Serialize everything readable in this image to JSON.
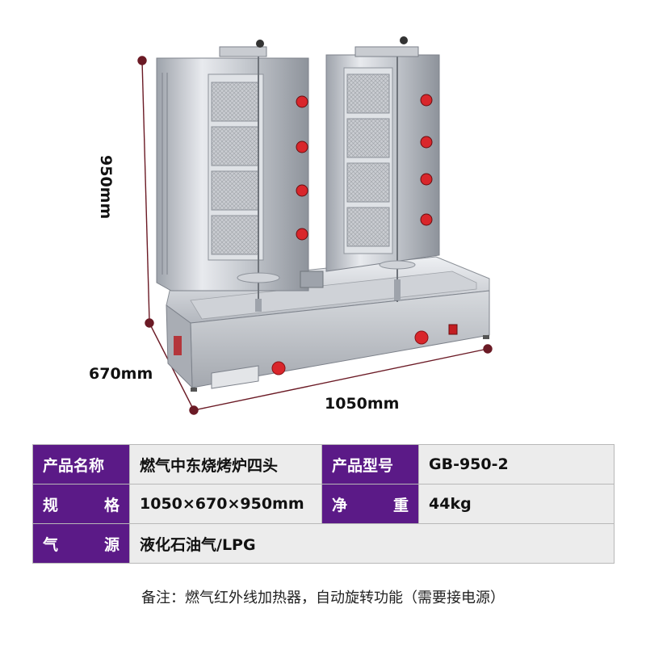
{
  "dimensions": {
    "height": "950mm",
    "depth": "670mm",
    "width": "1050mm"
  },
  "colors": {
    "header_bg": "#5b1a87",
    "value_bg": "#ececec",
    "knob_red": "#d9262b",
    "dim_dot": "#7a1a26",
    "steel_light": "#e4e6ea",
    "steel_mid": "#b9bdc4",
    "steel_dark": "#7d828b"
  },
  "specs": {
    "name_label": "产品名称",
    "name_value": "燃气中东烧烤炉四头",
    "model_label": "产品型号",
    "model_value": "GB-950-2",
    "size_label_a": "规",
    "size_label_b": "格",
    "size_value": "1050×670×950mm",
    "weight_label_a": "净",
    "weight_label_b": "重",
    "weight_value": "44kg",
    "fuel_label_a": "气",
    "fuel_label_b": "源",
    "fuel_value": "液化石油气/LPG"
  },
  "note": "备注：燃气红外线加热器，自动旋转功能（需要接电源）"
}
